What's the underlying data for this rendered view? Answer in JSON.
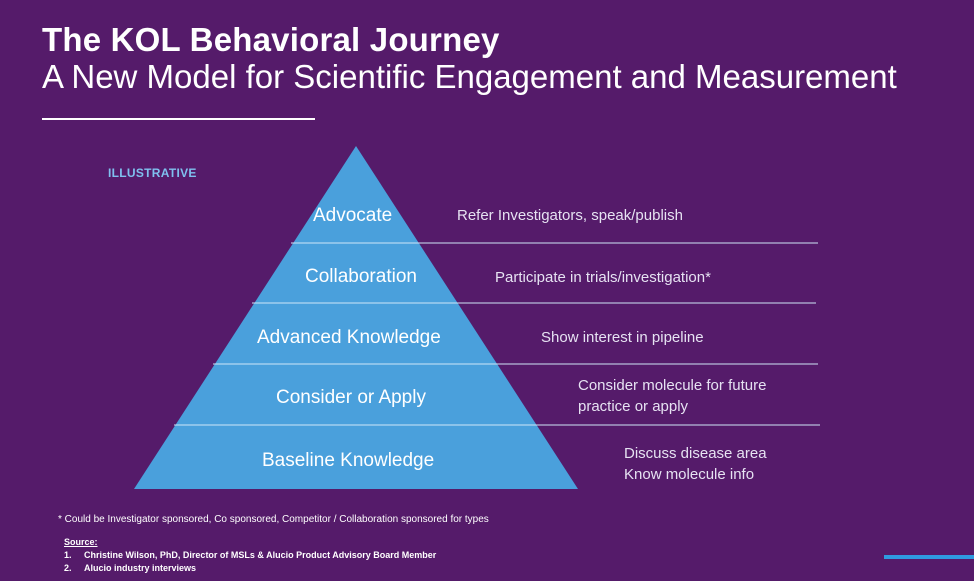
{
  "header": {
    "title": "The KOL Behavioral Journey",
    "subtitle": "A New Model for Scientific Engagement and Measurement"
  },
  "tag": "ILLUSTRATIVE",
  "levels": [
    {
      "label": "Advocate",
      "description_lines": [
        "Refer Investigators, speak/publish"
      ]
    },
    {
      "label": "Collaboration",
      "description_lines": [
        "Participate in trials/investigation*"
      ]
    },
    {
      "label": "Advanced Knowledge",
      "description_lines": [
        "Show interest in pipeline"
      ]
    },
    {
      "label": "Consider or Apply",
      "description_lines": [
        "Consider molecule for future",
        "practice or apply"
      ]
    },
    {
      "label": "Baseline Knowledge",
      "description_lines": [
        "Discuss disease area",
        "Know molecule info"
      ]
    }
  ],
  "footnote": "* Could be Investigator sponsored, Co sponsored, Competitor / Collaboration sponsored for types",
  "source": {
    "heading": "Source:",
    "items": [
      {
        "num": "1.",
        "text": "Christine Wilson, PhD, Director of MSLs & Alucio Product Advisory Board Member"
      },
      {
        "num": "2.",
        "text": "Alucio industry interviews"
      }
    ]
  },
  "colors": {
    "background": "#551b6a",
    "pyramid": "#4aa0dc",
    "tag": "#7fc0ef",
    "accent": "#2f9be0"
  }
}
